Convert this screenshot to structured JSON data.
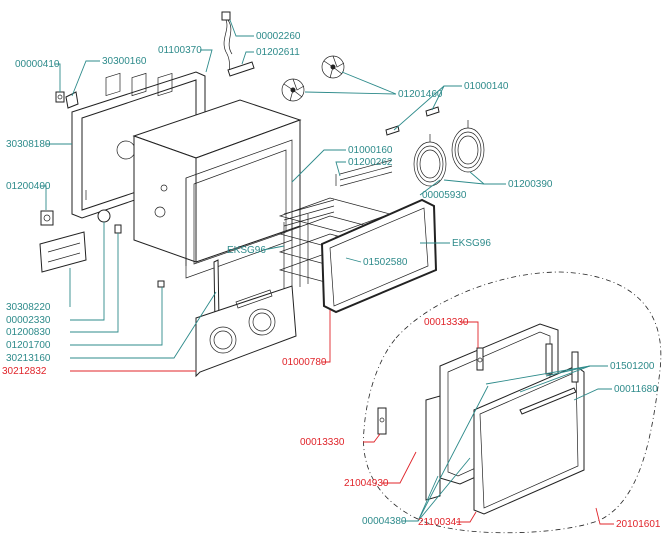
{
  "labels": {
    "p00000410": "00000410",
    "p30300160": "30300160",
    "p01100370": "01100370",
    "p00002260": "00002260",
    "p01202611": "01202611",
    "p01201460": "01201460",
    "p01000140": "01000140",
    "p30308180": "30308180",
    "p01000160": "01000160",
    "p01200262": "01200262",
    "p01200390": "01200390",
    "p00005930": "00005930",
    "p01200400": "01200400",
    "p_eksg96_left": "EKSG96",
    "p_eksg96_right": "EKSG96",
    "p01502580": "01502580",
    "p30308220": "30308220",
    "p00002330": "00002330",
    "p01200830": "01200830",
    "p01201700": "01201700",
    "p30213160": "30213160",
    "p30212832": "30212832",
    "p01000780": "01000780",
    "p00013330_top": "00013330",
    "p01501200": "01501200",
    "p00011680": "00011680",
    "p00013330_left": "00013330",
    "p21004930": "21004930",
    "p00004380": "00004380",
    "p21100341": "21100341",
    "p20101601": "20101601"
  },
  "colors": {
    "label_teal": "#2e8b8b",
    "label_red": "#e0242a",
    "line_art": "#222222"
  }
}
